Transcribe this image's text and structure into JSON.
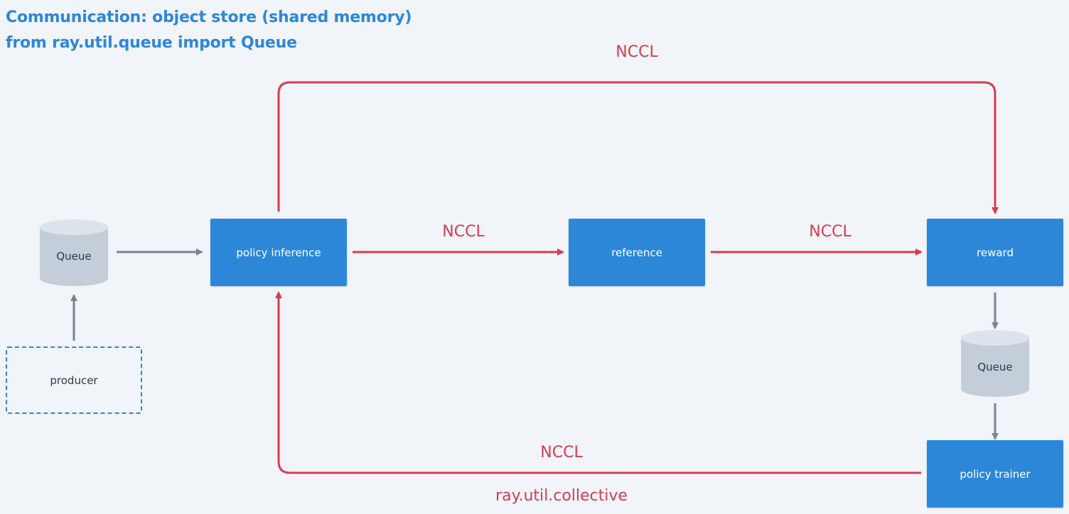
{
  "header": {
    "title_line1": "Communication: object store (shared memory)",
    "title_line2": "from ray.util.queue import Queue"
  },
  "nodes": {
    "policy_inference": "policy inference",
    "reference": "reference",
    "reward": "reward",
    "policy_trainer": "policy trainer",
    "producer": "producer"
  },
  "queues": {
    "input_queue": "Queue",
    "output_queue": "Queue"
  },
  "edges": {
    "top_loop": "NCCL",
    "inference_to_reference": "NCCL",
    "reference_to_reward": "NCCL",
    "trainer_to_inference": "NCCL",
    "collective_label": "ray.util.collective"
  },
  "colors": {
    "accent_blue": "#2d87d8",
    "nccl_red": "#d43d51",
    "queue_gray": "#c4ced8",
    "arrow_gray": "#7a8593",
    "background": "#f1f4f8"
  }
}
